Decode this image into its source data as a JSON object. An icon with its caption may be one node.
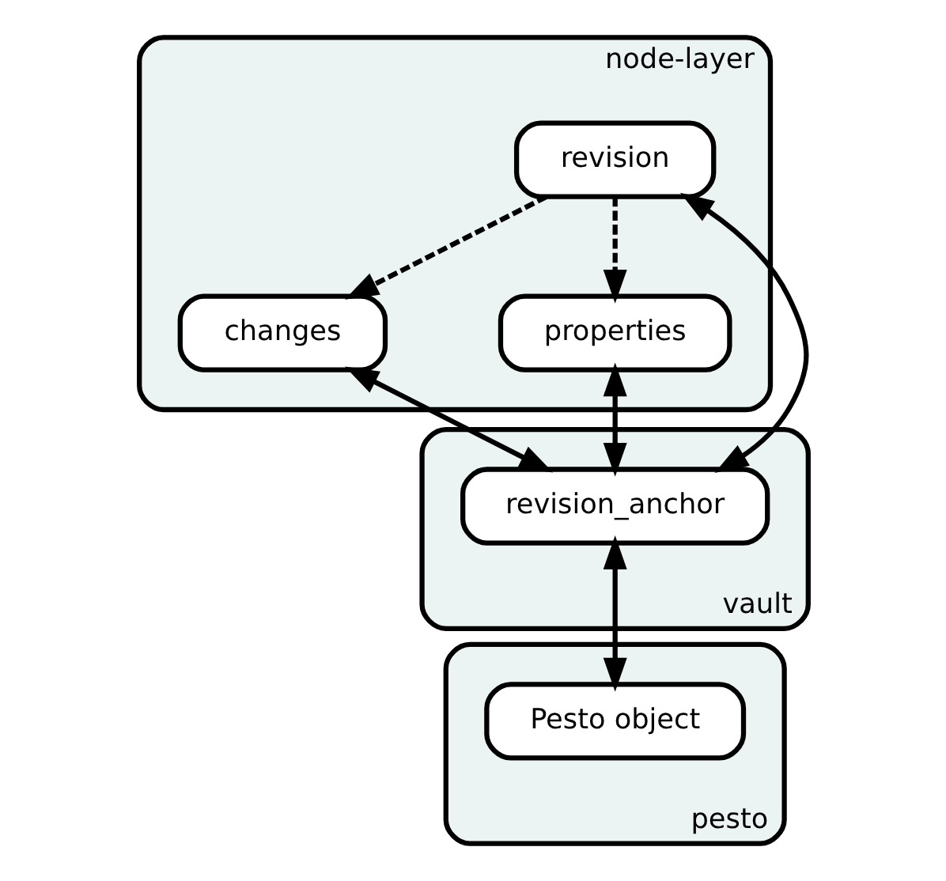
{
  "diagram": {
    "nodes": [
      {
        "text": [
          "node-layer"
        ]
      },
      {
        "text": [
          "revision"
        ],
        "in": 0
      },
      {
        "text": [
          "changes"
        ],
        "in": 0
      },
      {
        "text": [
          "properties"
        ],
        "in": 0
      },
      {
        "text": [
          "vault"
        ]
      },
      {
        "text": [
          "revision_anchor"
        ],
        "in": 4
      },
      {
        "text": [
          "pesto"
        ]
      },
      {
        "text": [
          "Pesto object"
        ],
        "in": 6
      }
    ],
    "edges": [
      {
        "from": 1,
        "to": 2,
        "arrow": "to",
        "style": "dashed"
      },
      {
        "from": 1,
        "to": 3,
        "arrow": "to",
        "style": "dashed"
      },
      {
        "from": 2,
        "to": 5,
        "arrow": "both"
      },
      {
        "from": 1,
        "to": 5,
        "arrow": "both"
      },
      {
        "from": 3,
        "to": 5,
        "arrow": "both"
      },
      {
        "from": 5,
        "to": 7,
        "arrow": "both"
      }
    ]
  }
}
